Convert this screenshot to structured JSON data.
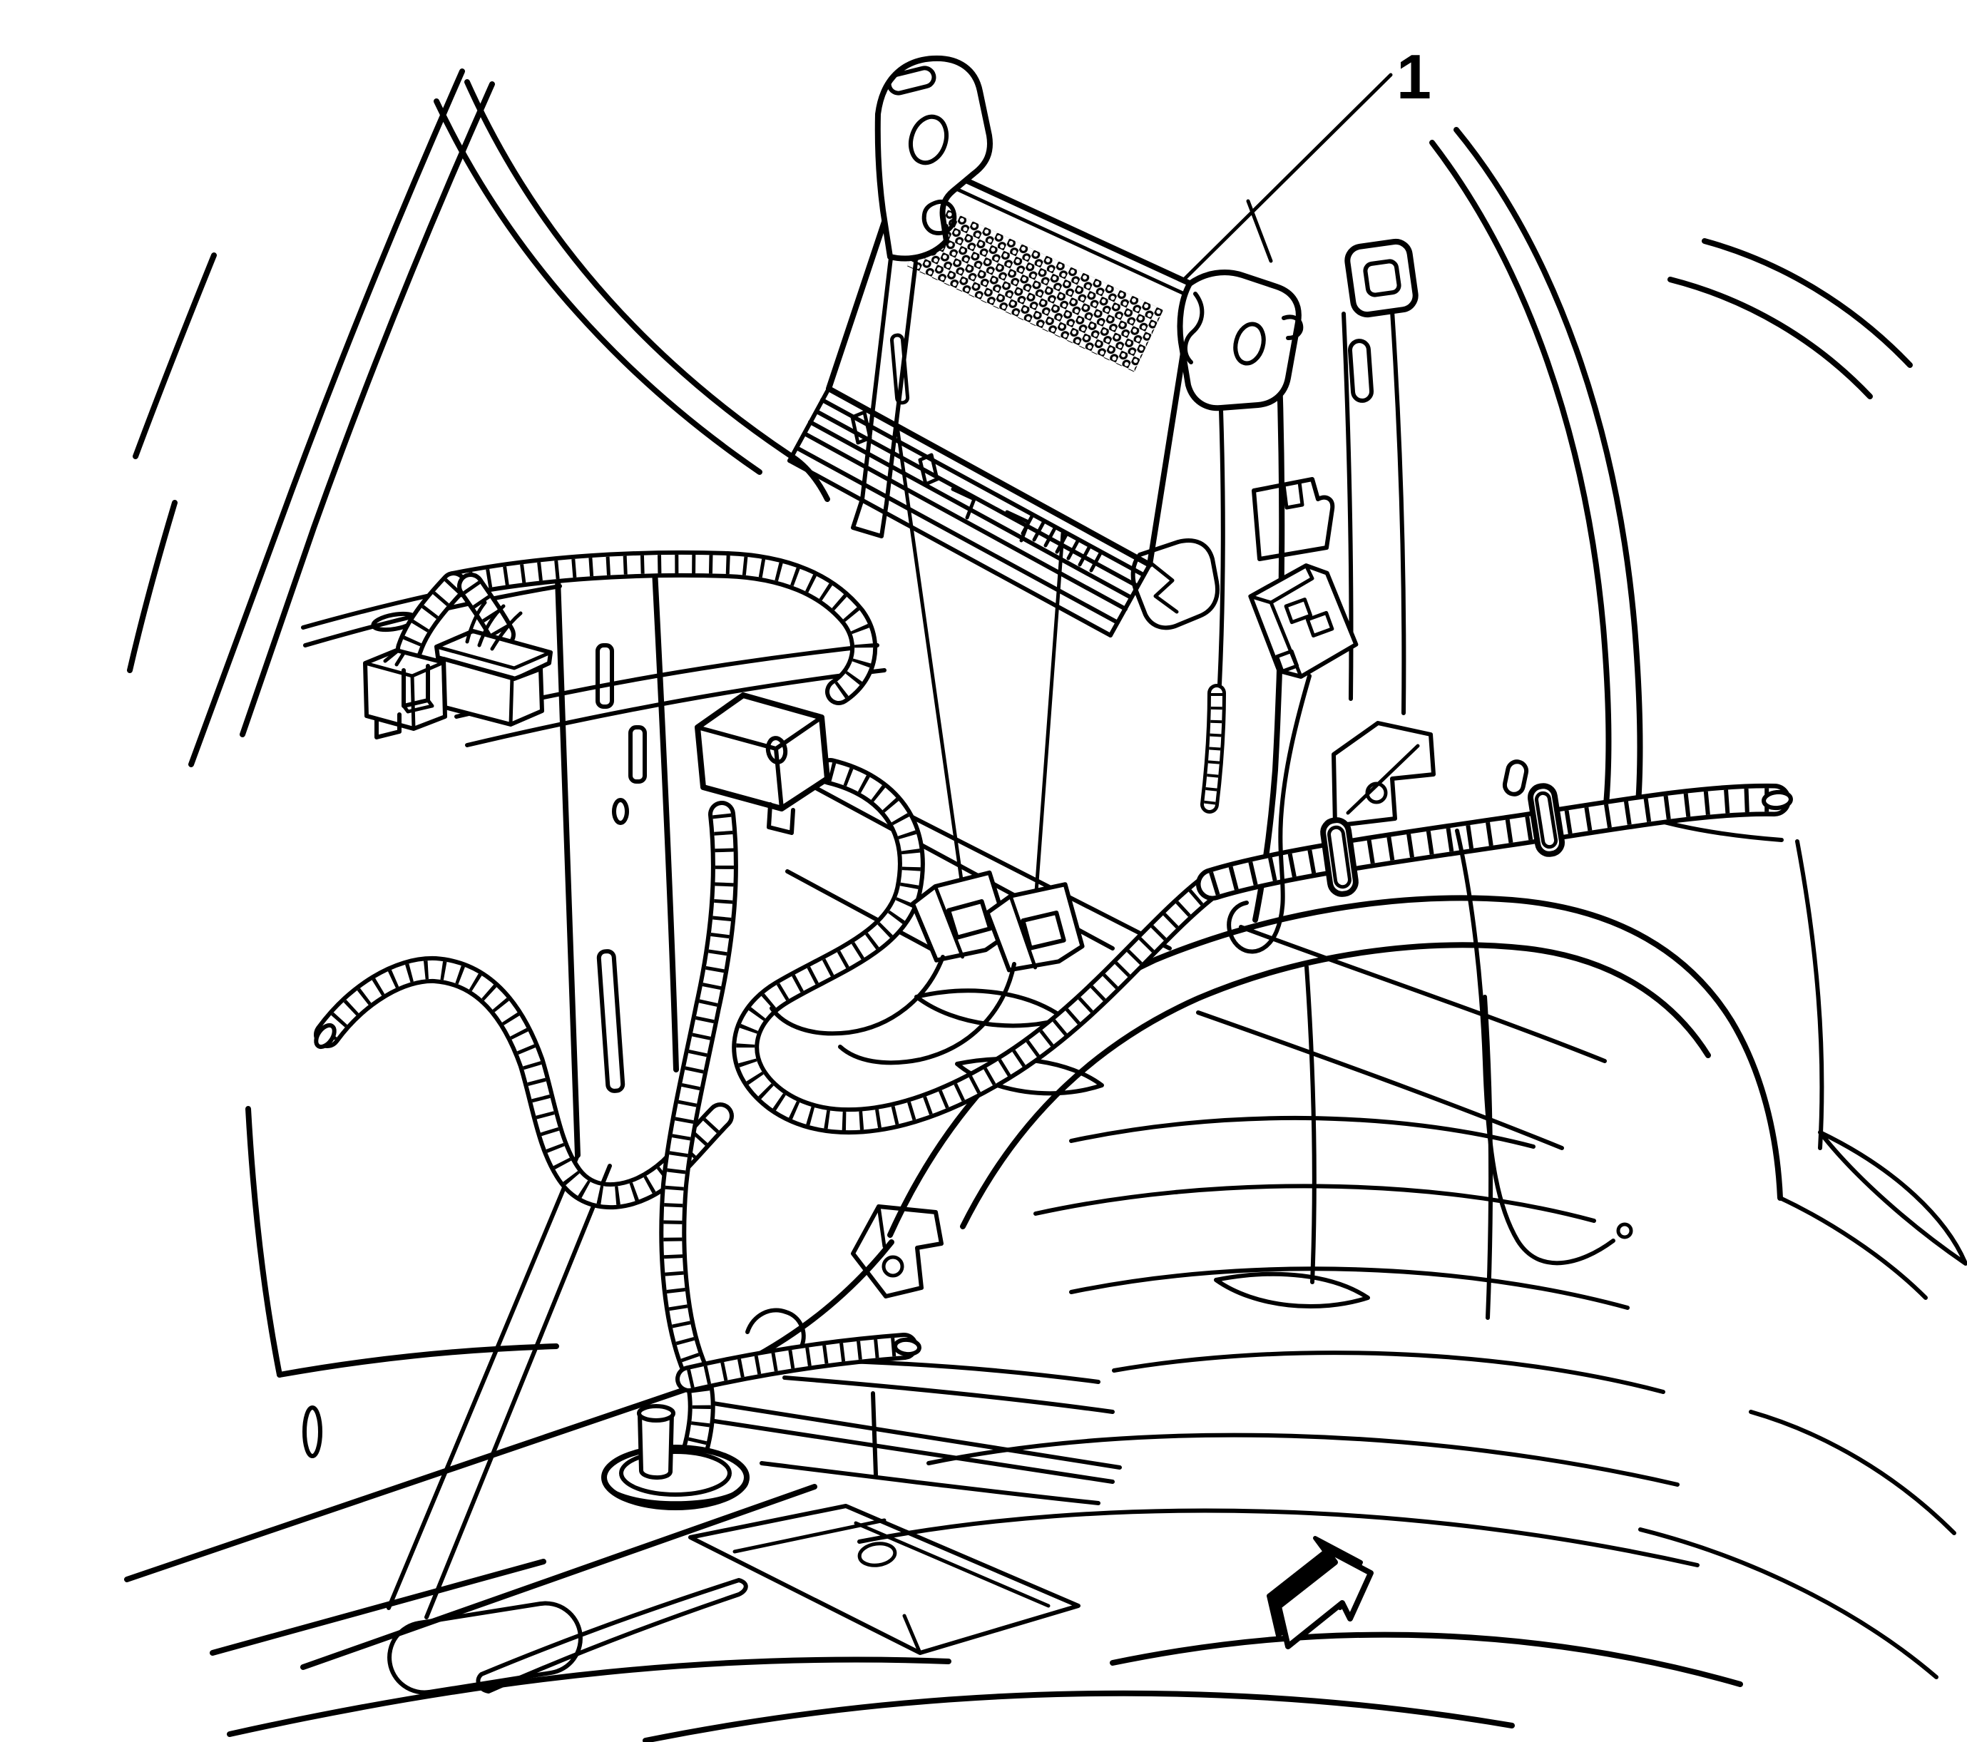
{
  "page": {
    "background_color": "#ffffff",
    "line_color": "#000000",
    "kind": "line-art service illustration"
  },
  "callouts": [
    {
      "id": "callout-1",
      "label": "1"
    }
  ],
  "icons": [
    {
      "name": "direction-arrow-icon",
      "shape": "3d-block-arrow",
      "points": "up-right",
      "fill": "#ffffff",
      "shadow": "#000000"
    }
  ]
}
